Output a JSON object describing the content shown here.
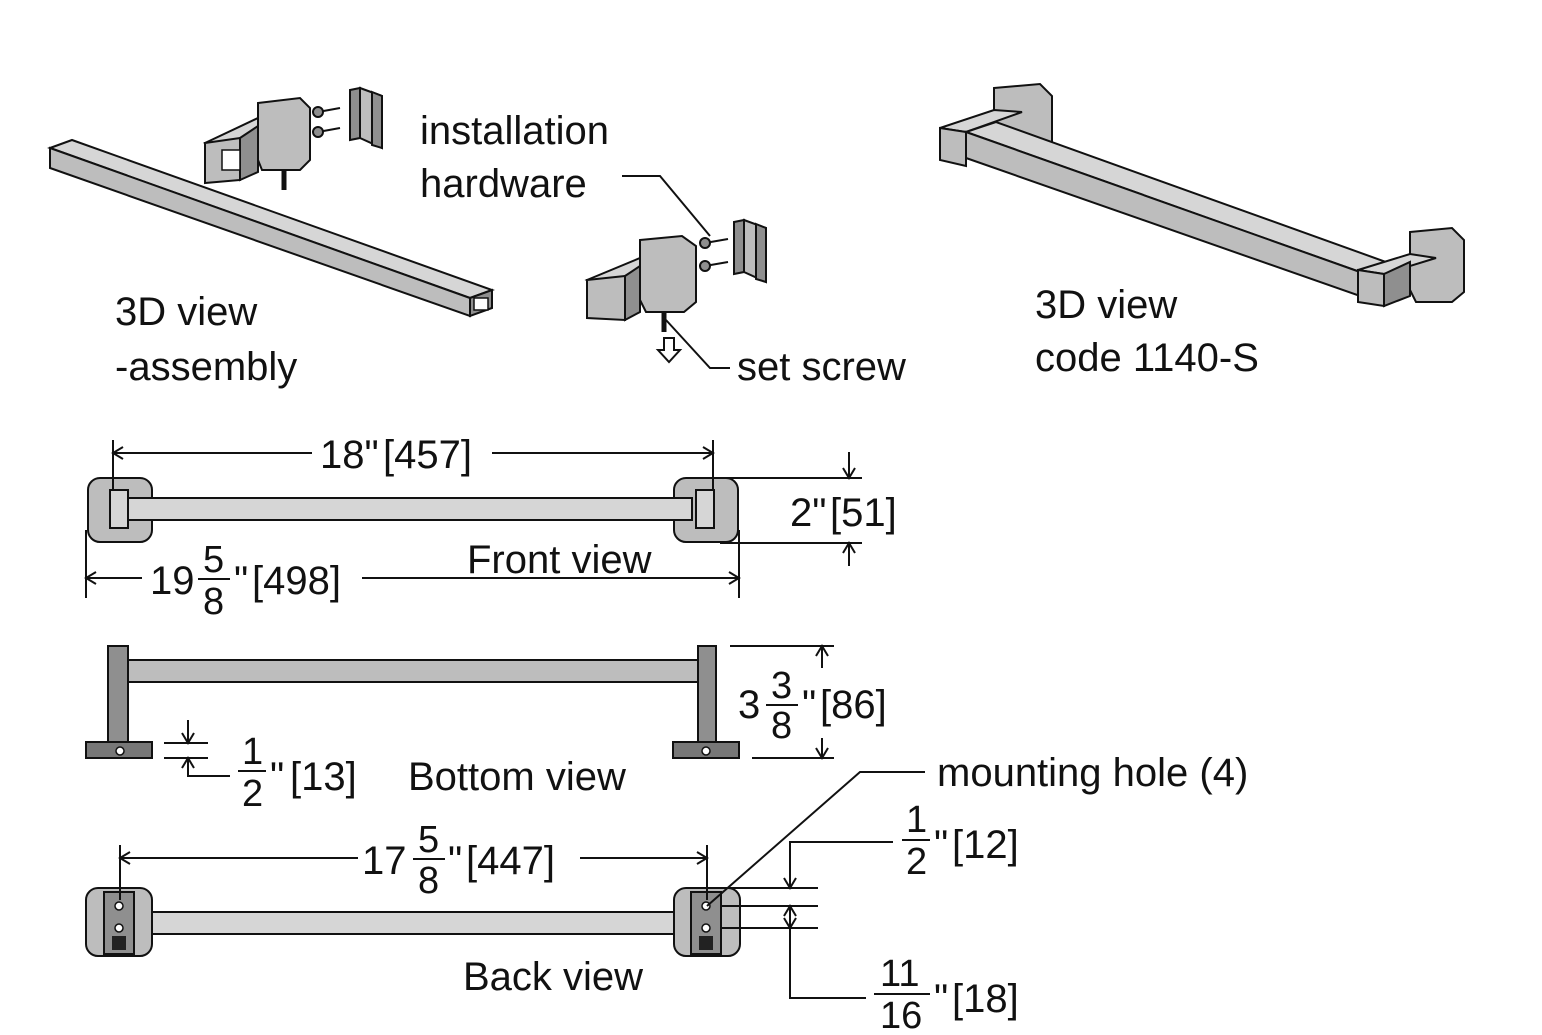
{
  "views": {
    "assembly": {
      "line1": "3D view",
      "line2": "-assembly"
    },
    "install": {
      "hardware_line1": "installation",
      "hardware_line2": "hardware",
      "set_screw": "set screw"
    },
    "product": {
      "line1": "3D view",
      "line2": "code 1140-S"
    },
    "front": {
      "label": "Front view"
    },
    "bottom": {
      "label": "Bottom view"
    },
    "back": {
      "label": "Back view",
      "mounting_hole": "mounting hole (4)"
    }
  },
  "dimensions": {
    "center_to_center": {
      "text": "18\"",
      "mm": "[457]"
    },
    "overall_length": {
      "whole": "19",
      "num": "5",
      "den": "8",
      "inch": "\"",
      "mm": "[498]"
    },
    "flange_height": {
      "text": "2\"",
      "mm": "[51]"
    },
    "projection": {
      "whole": "3",
      "num": "3",
      "den": "8",
      "inch": "\"",
      "mm": "[86]"
    },
    "flange_thickness": {
      "num": "1",
      "den": "2",
      "inch": "\"",
      "mm": "[13]"
    },
    "hole_spacing": {
      "whole": "17",
      "num": "5",
      "den": "8",
      "inch": "\"",
      "mm": "[447]"
    },
    "hole_offset_top": {
      "num": "1",
      "den": "2",
      "inch": "\"",
      "mm": "[12]"
    },
    "hole_offset_bottom": {
      "num": "11",
      "den": "16",
      "inch": "\"",
      "mm": "[18]"
    }
  }
}
